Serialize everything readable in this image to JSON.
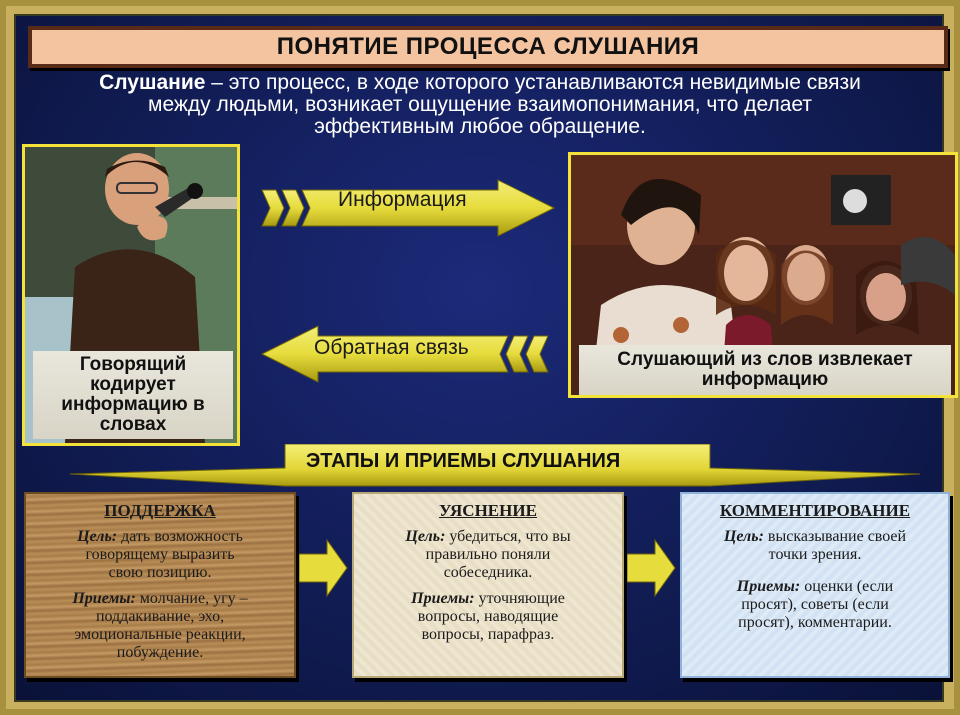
{
  "title": "ПОНЯТИЕ ПРОЦЕССА СЛУШАНИЯ",
  "definition": {
    "term": "Слушание",
    "line1_rest": " – это процесс, в ходе которого устанавливаются невидимые связи",
    "line2": "между людьми, возникает ощущение взаимопонимания, что делает",
    "line3": "эффективным любое обращение."
  },
  "speaker": {
    "caption_line1": "Говорящий",
    "caption_line2": "кодирует",
    "caption_line3": "информацию в",
    "caption_line4": "словах"
  },
  "listener": {
    "caption_line1": "Слушающий из слов извлекает",
    "caption_line2": "информацию"
  },
  "arrows": {
    "forward_label": "Информация",
    "back_label": "Обратная связь"
  },
  "stages_banner": "ЭТАПЫ И ПРИЕМЫ СЛУШАНИЯ",
  "stages": [
    {
      "title": "ПОДДЕРЖКА",
      "goal_label": "Цель:",
      "goal_line1": " дать возможность",
      "goal_line2": "говорящему выразить",
      "goal_line3": "свою позицию.",
      "methods_label": "Приемы:",
      "methods_line1": " молчание, угу –",
      "methods_line2": "поддакивание, эхо,",
      "methods_line3": "эмоциональные реакции,",
      "methods_line4": "побуждение."
    },
    {
      "title": "УЯСНЕНИЕ",
      "goal_label": "Цель:",
      "goal_line1": " убедиться, что вы",
      "goal_line2": "правильно поняли",
      "goal_line3": "собеседника.",
      "methods_label": "Приемы:",
      "methods_line1": " уточняющие",
      "methods_line2": "вопросы, наводящие",
      "methods_line3": "вопросы, парафраз.",
      "methods_line4": ""
    },
    {
      "title": "КОММЕНТИРОВАНИЕ",
      "goal_label": "Цель:",
      "goal_line1": " высказывание своей",
      "goal_line2": "точки зрения.",
      "goal_line3": "",
      "methods_label": "Приемы:",
      "methods_line1": " оценки (если",
      "methods_line2": "просят), советы (если",
      "methods_line3": "просят), комментарии.",
      "methods_line4": ""
    }
  ],
  "colors": {
    "background_blue": "#131f5c",
    "frame_gold": "#c8b05e",
    "arrow_yellow": "#e6dc3c",
    "title_bar": "#f4c3a0",
    "photo_border": "#f2e23a"
  },
  "icons": [
    "speaker-photo",
    "audience-photo",
    "information-arrow",
    "feedback-arrow",
    "stage-arrow"
  ]
}
